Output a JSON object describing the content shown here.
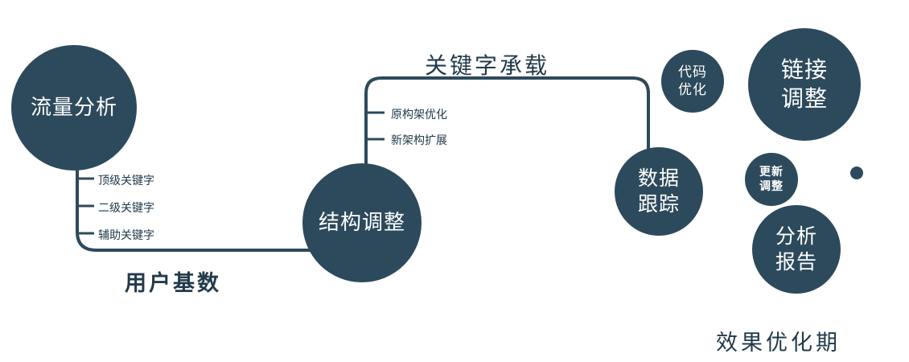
{
  "diagram": {
    "accent_color": "#2d4a5c",
    "nodes": {
      "traffic_analysis": {
        "label": "流量分析"
      },
      "structure_adjust": {
        "label": "结构调整"
      },
      "data_tracking": {
        "label": "数据\n跟踪"
      },
      "code_optimize": {
        "label": "代码\n优化"
      },
      "link_adjust": {
        "label": "链接\n调整"
      },
      "update_adjust": {
        "label": "更新\n调整"
      },
      "analysis_report": {
        "label": "分析\n报告"
      }
    },
    "edge_labels": {
      "keyword_carry": "关键字承载",
      "user_base": "用户基数"
    },
    "branch_labels": {
      "top_keyword": "顶级关键字",
      "secondary_keyword": "二级关键字",
      "auxiliary_keyword": "辅助关键字",
      "original_architecture": "原构架优化",
      "new_architecture": "新架构扩展"
    },
    "caption": "效果优化期"
  }
}
